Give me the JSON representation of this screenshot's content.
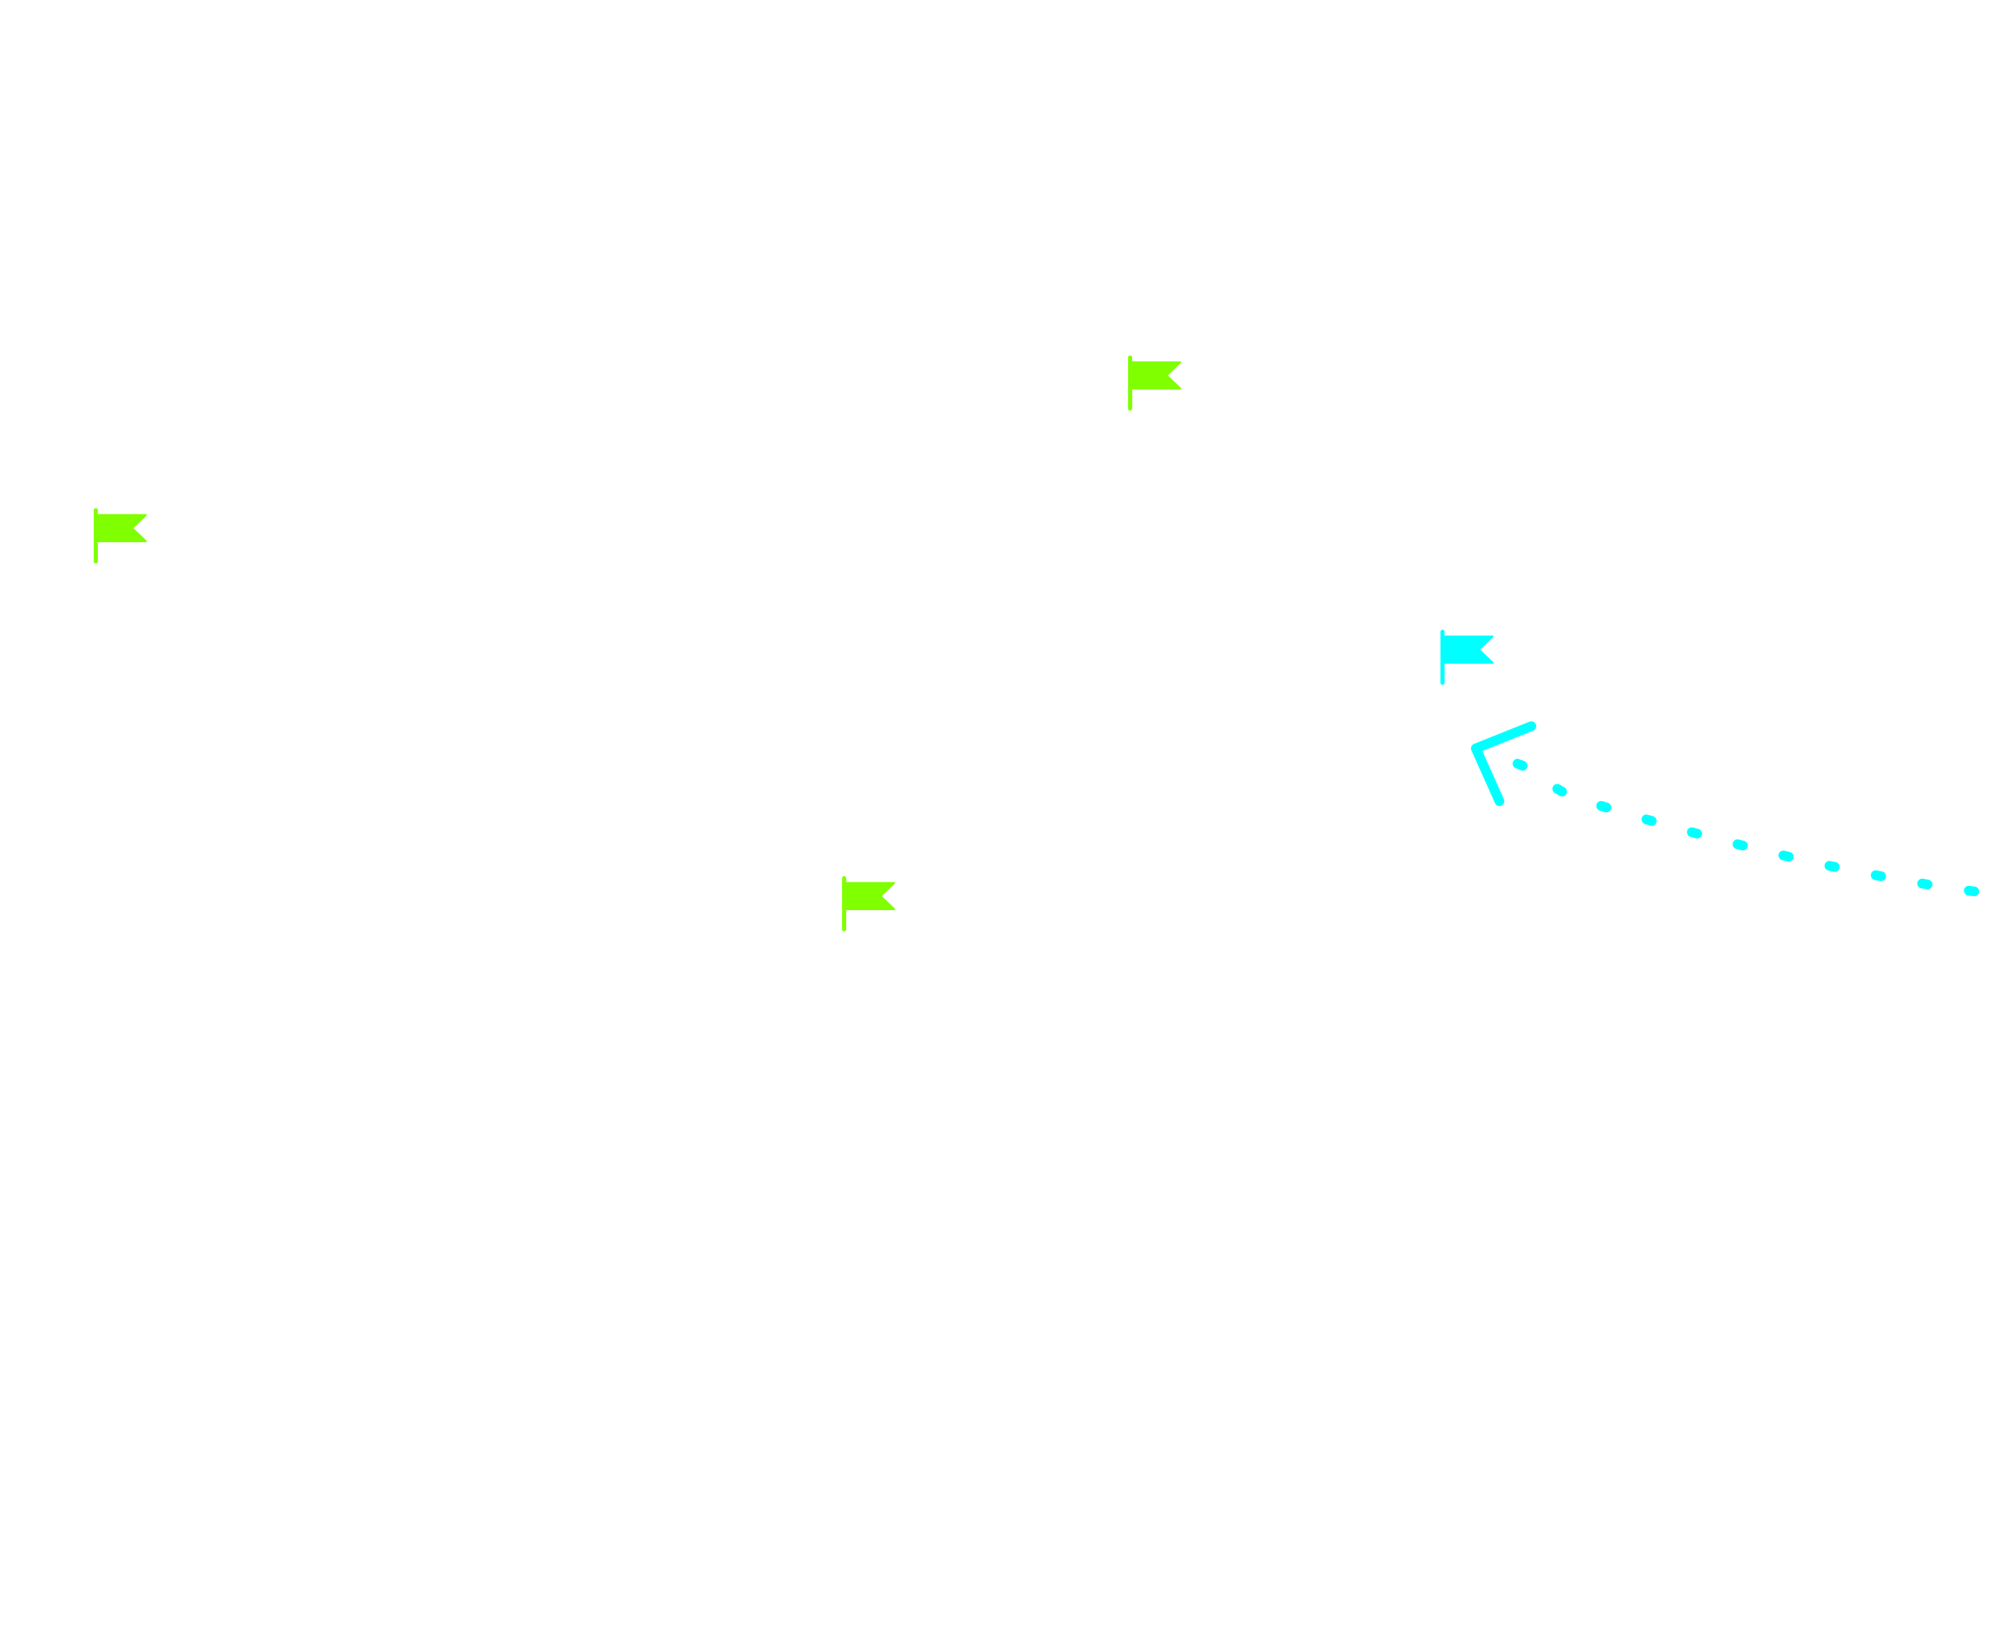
{
  "canvas": {
    "background": "#ffffff"
  },
  "colors": {
    "flag_default": "#7fff00",
    "flag_selected": "#00ffff",
    "route_line": "#00ffff"
  },
  "flags": [
    {
      "icon": "flag-icon",
      "state": "default",
      "color": "#7fff00"
    },
    {
      "icon": "flag-icon",
      "state": "default",
      "color": "#7fff00"
    },
    {
      "icon": "flag-icon",
      "state": "default",
      "color": "#7fff00"
    },
    {
      "icon": "flag-icon",
      "state": "selected",
      "color": "#00ffff"
    }
  ],
  "route": {
    "style": "dotted",
    "direction": "toward-selected-flag",
    "arrowhead": "chevron-left-icon",
    "color": "#00ffff"
  }
}
